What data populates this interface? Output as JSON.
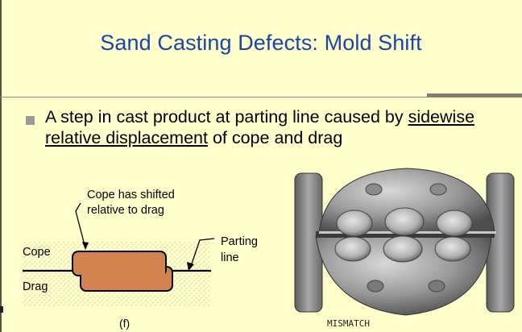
{
  "slide": {
    "title": "Sand Casting Defects: Mold Shift",
    "bullet": {
      "before": "A step in cast product at parting line caused by ",
      "underlined": "sidewise relative displacement",
      "after": " of cope and drag"
    }
  },
  "diagram": {
    "callout_line1": "Cope has shifted",
    "callout_line2": "relative to drag",
    "label_cope": "Cope",
    "label_drag": "Drag",
    "label_parting_line1": "Parting",
    "label_parting_line2": "line",
    "caption": "(f)",
    "casting_color": "#d2834f"
  },
  "photo": {
    "caption": "MISMATCH"
  },
  "colors": {
    "background": "#ffffcc",
    "title": "#1c44a4",
    "bullet_marker": "#9a9a9a"
  }
}
